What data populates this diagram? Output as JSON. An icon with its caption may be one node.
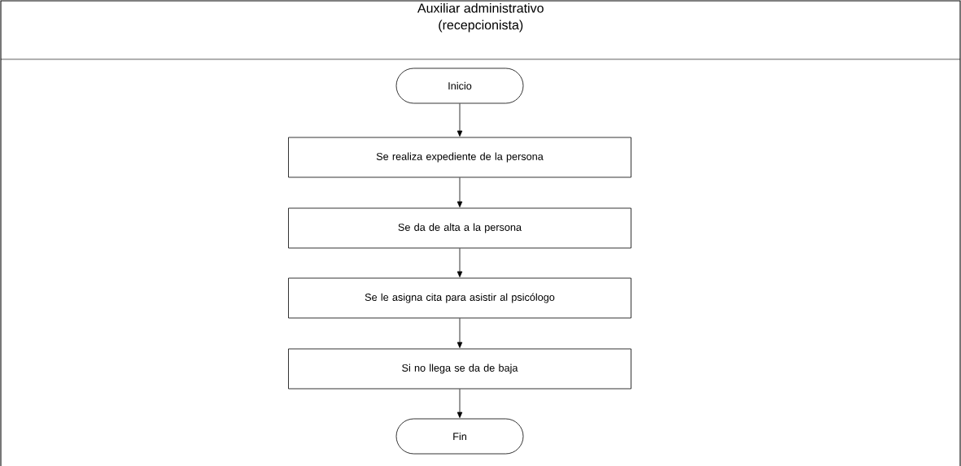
{
  "diagram": {
    "nodes": [
      {
        "text": [
          "Auxiliar administrativo (recepcionista)"
        ]
      },
      {
        "text": [
          "Inicio"
        ],
        "in": 0
      },
      {
        "text": [
          "Se realiza expediente de la persona"
        ],
        "in": 0
      },
      {
        "text": [
          "Se da de alta a la persona"
        ],
        "in": 0
      },
      {
        "text": [
          "Se le asigna cita para asistir al psicólogo"
        ],
        "in": 0
      },
      {
        "text": [
          "Si no llega se da de baja"
        ],
        "in": 0
      },
      {
        "text": [
          "Fin"
        ],
        "in": 0
      }
    ],
    "edges": [
      {
        "from": 1,
        "to": 2,
        "arrow": "to"
      },
      {
        "from": 2,
        "to": 3,
        "arrow": "to"
      },
      {
        "from": 3,
        "to": 4,
        "arrow": "to"
      },
      {
        "from": 4,
        "to": 5,
        "arrow": "to"
      },
      {
        "from": 5,
        "to": 6,
        "arrow": "to"
      }
    ]
  }
}
